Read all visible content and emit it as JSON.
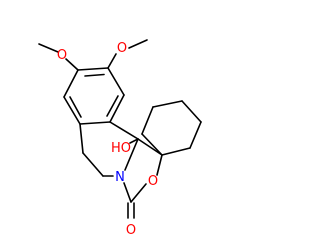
{
  "colors": {
    "bond": "#000000",
    "oxygen": "#ff0000",
    "nitrogen": "#0000ff",
    "background": "#ffffff"
  },
  "labels": {
    "methoxy_oxygen_left": "O",
    "methoxy_oxygen_right": "O",
    "hydroxyl": "HO",
    "ring_nitrogen": "N",
    "ring_oxygen": "O",
    "carbonyl_oxygen": "O"
  }
}
